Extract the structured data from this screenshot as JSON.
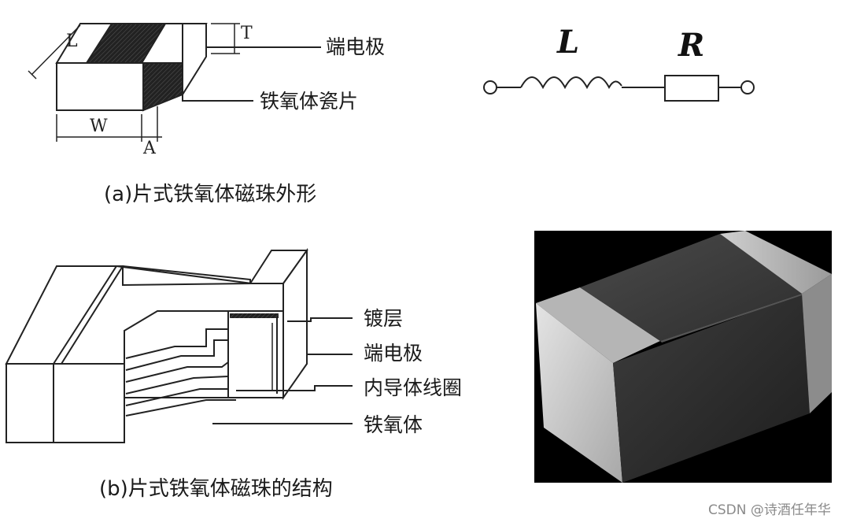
{
  "panel_a": {
    "dim_L": "L",
    "dim_T": "T",
    "dim_W": "W",
    "dim_A": "A",
    "label_electrode": "端电极",
    "label_ceramic": "铁氧体瓷片",
    "caption": "(a)片式铁氧体磁珠外形"
  },
  "circuit": {
    "inductor_symbol": "L",
    "resistor_symbol": "R"
  },
  "panel_b": {
    "label_plating": "镀层",
    "label_electrode": "端电极",
    "label_coil": "内导体线圈",
    "label_ferrite": "铁氧体",
    "caption": "(b)片式铁氧体磁珠的结构"
  },
  "watermark": "CSDN @诗酒任年华"
}
